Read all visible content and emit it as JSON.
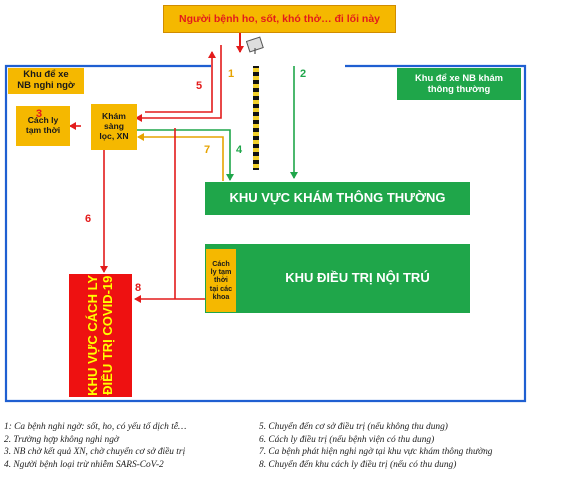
{
  "colors": {
    "frame": "#1f5fd1",
    "green": "#1fa64a",
    "yellow": "#f5b800",
    "red": "#ee1111",
    "arrow_red": "#e31b1b",
    "arrow_green": "#1fa64a",
    "arrow_yellow": "#e6a300"
  },
  "entrance_banner": "Người bệnh ho, sốt, khó thở… đi lối này",
  "parking_suspect": "Khu để xe\nNB nghi ngờ",
  "parking_normal": "Khu để xe NB khám\nthông thường",
  "temp_isolation": "Cách ly\ntạm thời",
  "screening": "Khám\nsàng\nlọc, XN",
  "normal_exam_area": "KHU VỰC KHÁM THÔNG THƯỜNG",
  "inpatient_area": "KHU ĐIỀU TRỊ NỘI TRÚ",
  "dept_isolation": "Cách\nly tạm\nthời\ntại các\nkhoa",
  "covid_isolation": "KHU VỰC CÁCH LY\nĐIỀU TRỊ COVID-19",
  "route_numbers": [
    "1",
    "2",
    "3",
    "4",
    "5",
    "6",
    "7",
    "8"
  ],
  "legend_left": [
    "1: Ca bệnh nghi ngờ: sốt, ho, có yếu tố dịch tễ…",
    "2. Trường hợp không nghi ngờ",
    "3. NB chờ kết quả XN, chờ chuyển cơ sở điều trị",
    "4. Người bệnh loại trừ nhiễm SARS-CoV-2"
  ],
  "legend_right": [
    "5. Chuyển đến cơ sở điều trị (nếu không thu dung)",
    "6. Cách ly điều trị (nếu bệnh viện có thu dung)",
    "7. Ca bệnh phát hiện nghi ngờ tại khu vực khám thông thường",
    "8. Chuyển đến khu cách ly điều trị (nếu có thu dung)"
  ]
}
